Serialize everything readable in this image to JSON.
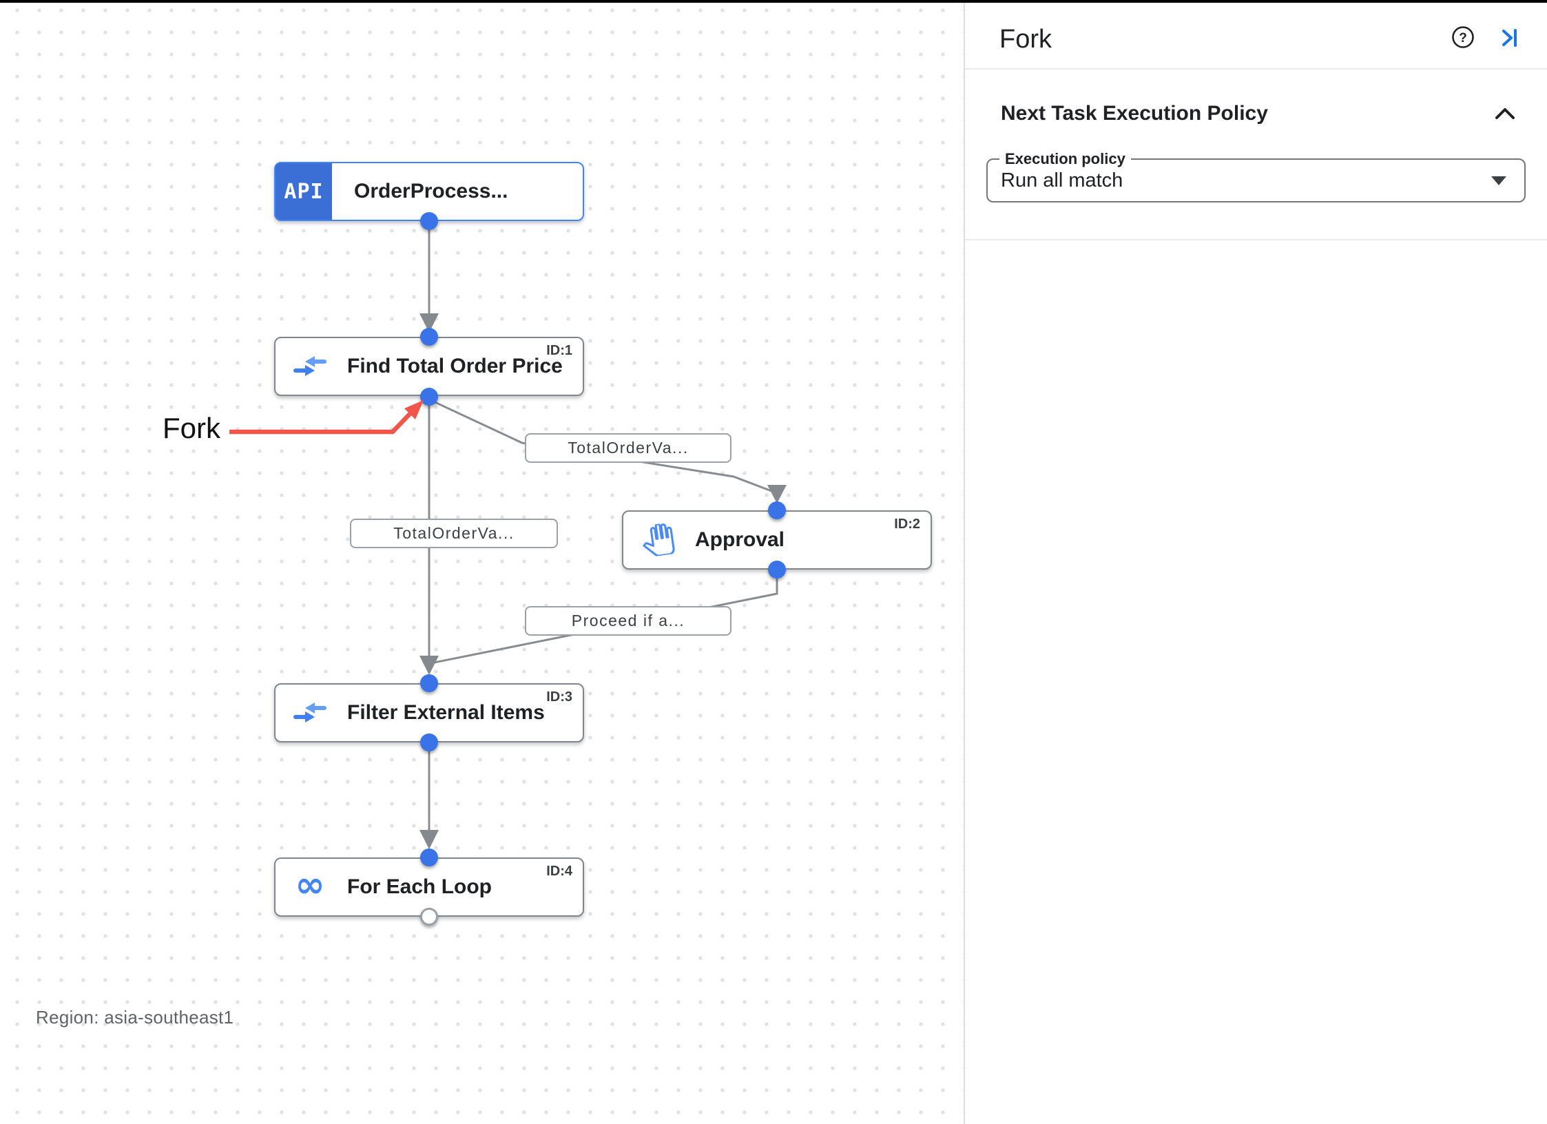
{
  "diagram": {
    "annotation_label": "Fork",
    "region_label": "Region: asia-southeast1",
    "nodes": [
      {
        "badge": "API",
        "title": "OrderProcess...",
        "type": "api-trigger"
      },
      {
        "id": "ID:1",
        "title": "Find Total Order Price",
        "type": "data-mapping"
      },
      {
        "id": "ID:2",
        "title": "Approval",
        "type": "approval"
      },
      {
        "id": "ID:3",
        "title": "Filter External Items",
        "type": "data-mapping"
      },
      {
        "id": "ID:4",
        "title": "For Each Loop",
        "type": "for-each-loop"
      }
    ],
    "edge_labels": [
      "TotalOrderVa...",
      "TotalOrderVa...",
      "Proceed if a..."
    ]
  },
  "panel": {
    "title": "Fork",
    "section": {
      "heading": "Next Task Execution Policy",
      "field_label": "Execution policy",
      "field_value": "Run all match"
    }
  },
  "icons": {
    "help": "?",
    "loop": "∞"
  },
  "colors": {
    "accent_blue": "#4285F4",
    "badge_blue": "#3B6FD6",
    "port_blue": "#3A73E8",
    "link_blue": "#1A73E8",
    "edge_gray": "#878C91",
    "annotation_red": "#F2564A"
  }
}
